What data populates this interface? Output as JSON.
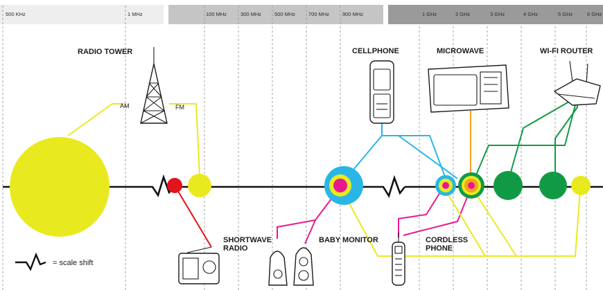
{
  "colors": {
    "yellow": "#e8ea1f",
    "cyan": "#29b6e6",
    "magenta": "#e8198c",
    "red": "#e3131b",
    "green": "#119a45",
    "orange": "#f4a21c",
    "black": "#111111",
    "band_light": "#eeeeee",
    "band_mid": "#c5c5c5",
    "band_dark": "#9a9a9a"
  },
  "frequency_bands": [
    {
      "label": "500 KHz"
    },
    {
      "label": "1 MHz"
    },
    {
      "label": "100 MHz"
    },
    {
      "label": "300 MHz"
    },
    {
      "label": "500 MHz"
    },
    {
      "label": "700 MHz"
    },
    {
      "label": "900 MHz"
    },
    {
      "label": "1 GHz"
    },
    {
      "label": "2 GHz"
    },
    {
      "label": "3 GHz"
    },
    {
      "label": "4 GHz"
    },
    {
      "label": "5 GHz"
    },
    {
      "label": "6 GHz"
    }
  ],
  "devices": {
    "radio_tower": "RADIO TOWER",
    "am": "AM",
    "fm": "FM",
    "cellphone": "CELLPHONE",
    "microwave": "MICROWAVE",
    "wifi_router": "WI-FI ROUTER",
    "shortwave_line1": "SHORTWAVE",
    "shortwave_line2": "RADIO",
    "baby_monitor": "BABY MONITOR",
    "cordless_line1": "CORDLESS",
    "cordless_line2": "PHONE"
  },
  "legend": {
    "scale_shift": "= scale shift"
  },
  "icons": [
    "radio-tower-icon",
    "cellphone-icon",
    "microwave-icon",
    "wifi-router-icon",
    "shortwave-radio-icon",
    "baby-monitor-icon",
    "cordless-phone-icon",
    "scale-shift-icon"
  ]
}
